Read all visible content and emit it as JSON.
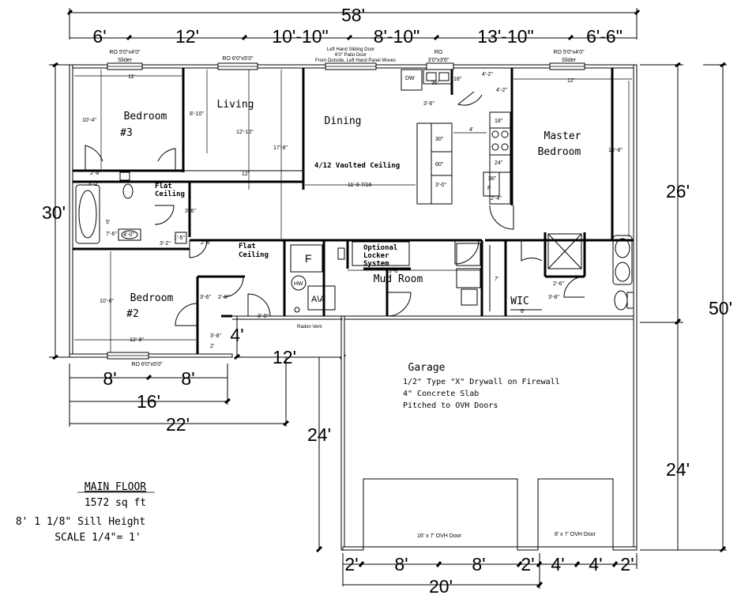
{
  "dims": {
    "overall_top": "58'",
    "top_segments": [
      "6'",
      "12'",
      "10'-10\"",
      "8'-10\"",
      "13'-10\"",
      "6'-6\""
    ],
    "left_30": "30'",
    "right_26": "26'",
    "right_50": "50'",
    "right_24": "24'",
    "garage_24": "24'",
    "bottom_8a": "8'",
    "bottom_8b": "8'",
    "bottom_16": "16'",
    "bottom_22": "22'",
    "mid_4": "4'",
    "mid_12": "12'",
    "garage_bottom": [
      "2'",
      "8'",
      "8'",
      "2'",
      "4'",
      "4'",
      "2'"
    ],
    "garage_20": "20'"
  },
  "windows": {
    "bed3_slider": [
      "RO 5'0\"x4'0\"",
      "Slider"
    ],
    "living": "RO 6'0\"x5'0\"",
    "patio": [
      "Left Hand Sliding Door",
      "6'0\" Patio Door",
      "From Outside, Left Hand Panel Moves"
    ],
    "kitchen": [
      "RO",
      "3'0\"x3'6\""
    ],
    "master_slider": [
      "RO 5'0\"x4'0\"",
      "Slider"
    ],
    "bed2": "RO 6'0\"x5'0\""
  },
  "rooms": {
    "bedroom3": [
      "Bedroom",
      "#3"
    ],
    "living": "Living",
    "dining": "Dining",
    "master": [
      "Master",
      "Bedroom"
    ],
    "bedroom2": [
      "Bedroom",
      "#2"
    ],
    "mudroom": "Mud Room",
    "wic": "WIC",
    "garage": "Garage"
  },
  "notes": {
    "vaulted": "4/12 Vaulted Ceiling",
    "flat1": [
      "Flat",
      "Ceiling"
    ],
    "flat2": [
      "Flat",
      "Ceiling"
    ],
    "locker": [
      "Optional",
      "Locker",
      "System"
    ],
    "garage_notes": [
      "1/2\" Type \"X\" Drywall on Firewall",
      "4\" Concrete Slab",
      "Pitched to OVH Doors"
    ],
    "ovh16": "16' x 7' OVH Door",
    "ovh8": "8' x 7' OVH Door",
    "radon": "Radon Vent"
  },
  "interior_dims": [
    "11'",
    "10'-4\"",
    "8'-10\"",
    "12'-10\"",
    "17'-8\"",
    "12'",
    "11'-9 7/16",
    "4'-2\"",
    "2'-8\"",
    "5'",
    "7'-6\"",
    "4'-0\"",
    "3'-2\"",
    "1'-5\"",
    "3'-6\"",
    "2'-6\"",
    "10'-6\"",
    "12'-8\"",
    "3'-6\"",
    "2'-8\"",
    "3'-8\"",
    "2'",
    "3'-0\"",
    "13'-6\"",
    "7'",
    "6'",
    "3'-8\"",
    "2'-6\"",
    "12'",
    "16'-8\"",
    "4'-2\"",
    "4'-2\"",
    "3'-6\"",
    "4'",
    "18\"",
    "24\"",
    "36\"",
    "2'-4\"",
    "30\"",
    "36\"",
    "30\"",
    "60\"",
    "3'-0\""
  ],
  "appliances": {
    "dw": "DW",
    "fridge": "F",
    "fridge2": "F",
    "hw": "HW",
    "ac": "A\\A",
    "sink_size": "36\"",
    "kitchen_18": "18\""
  },
  "title_block": {
    "title": "MAIN FLOOR",
    "area": "1572 sq ft",
    "sill": "8' 1 1/8\" Sill Height",
    "scale": "SCALE 1/4\"= 1'"
  }
}
